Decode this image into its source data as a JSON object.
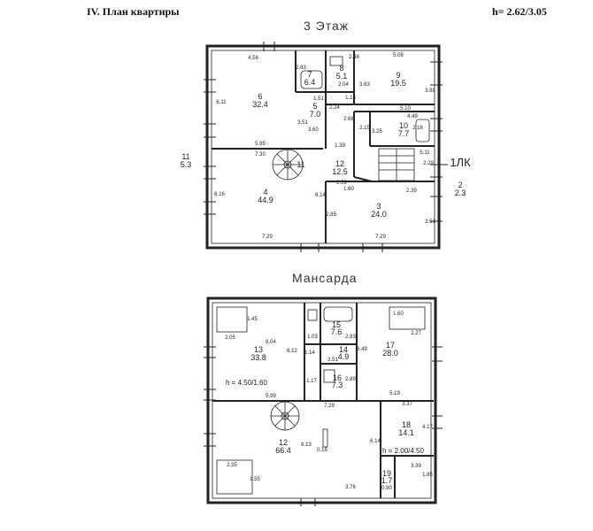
{
  "header": {
    "section": "IV. План квартиры",
    "height": "h= 2.62/3.05"
  },
  "floor3": {
    "title": "3 Этаж",
    "rooms": [
      {
        "num": "7",
        "area": "6.4"
      },
      {
        "num": "8",
        "area": "5.1"
      },
      {
        "num": "9",
        "area": "19.5"
      },
      {
        "num": "6",
        "area": "32.4"
      },
      {
        "num": "5",
        "area": "7.0"
      },
      {
        "num": "10",
        "area": "7.7"
      },
      {
        "num": "12",
        "area": "12.5"
      },
      {
        "num": "4",
        "area": "44.9"
      },
      {
        "num": "3",
        "area": "24.0"
      },
      {
        "num": "11",
        "area": "5.3"
      },
      {
        "num": "2",
        "area": "2.3"
      }
    ],
    "spiral_label": "11",
    "stair_label": "1ЛК",
    "dims": [
      "4.58",
      "2.63",
      "2.48",
      "5.08",
      "6.11",
      "3.88",
      "1.51",
      "3.60",
      "3.51",
      "2.24",
      "2.68",
      "2.04",
      "3.63",
      "1.15",
      "4.49",
      "5.10",
      "2.16",
      "3.25",
      "2.15",
      "5.11",
      "5.95",
      "7.30",
      "1.39",
      "2.59",
      "1.60",
      "6.14",
      "2.85",
      "2.39",
      "6.16",
      "2.29",
      "7.29",
      "7.29",
      "3.51"
    ]
  },
  "floor_m": {
    "title": "Мансарда",
    "rooms": [
      {
        "num": "13",
        "area": "33.8"
      },
      {
        "num": "15",
        "area": "7.6"
      },
      {
        "num": "14",
        "area": "4.9"
      },
      {
        "num": "16",
        "area": "7.3"
      },
      {
        "num": "17",
        "area": "28.0"
      },
      {
        "num": "12",
        "area": "66.4"
      },
      {
        "num": "18",
        "area": "14.1"
      },
      {
        "num": "19",
        "area": "1.7"
      }
    ],
    "heights": [
      "h = 4.50/1.60",
      "h = 2.00/4.50"
    ],
    "dims": [
      "1.45",
      "2.05",
      "6.04",
      "6.12",
      "1.03",
      "2.83",
      "1.60",
      "2.27",
      "6.49",
      "1.14",
      "3.51",
      "1.17",
      "2.89",
      "5.99",
      "5.19",
      "7.29",
      "3.37",
      "4.17",
      "6.13",
      "0.16",
      "6.14",
      "3.39",
      "1.85",
      "2.35",
      "1.55",
      "3.76",
      "0.90"
    ]
  }
}
